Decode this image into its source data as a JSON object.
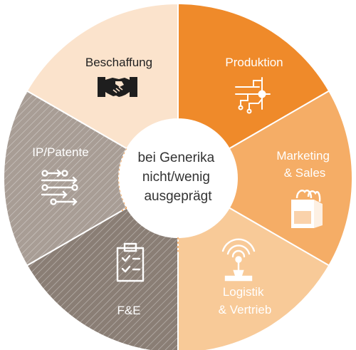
{
  "segments": [
    {
      "id": "beschaffung",
      "lines": [
        "Beschaffung"
      ],
      "fill": "#fbe3cc",
      "label_color": "#222222",
      "icon": "handshake-icon",
      "icon_color": "#1e1e1e"
    },
    {
      "id": "produktion",
      "lines": [
        "Produktion"
      ],
      "fill": "#ef8a2a",
      "label_color": "#ffffff",
      "icon": "circuit-icon",
      "icon_color": "#ffffff"
    },
    {
      "id": "marketing",
      "lines": [
        "Marketing",
        "& Sales"
      ],
      "fill": "#f5ad66",
      "label_color": "#ffffff",
      "icon": "shopping-bag-icon",
      "icon_color": "#ffffff"
    },
    {
      "id": "logistik",
      "lines": [
        "Logistik",
        "& Vertrieb"
      ],
      "fill": "#f8ca98",
      "label_color": "#ffffff",
      "icon": "signal-tower-icon",
      "icon_color": "#ffffff"
    },
    {
      "id": "fue",
      "lines": [
        "F&E"
      ],
      "fill": "#8a7e75",
      "label_color": "#ffffff",
      "icon": "clipboard-check-icon",
      "icon_color": "#ffffff"
    },
    {
      "id": "ip",
      "lines": [
        "IP/Patente"
      ],
      "fill": "#a89d95",
      "label_color": "#ffffff",
      "icon": "connections-icon",
      "icon_color": "#ffffff"
    }
  ],
  "center": {
    "lines": [
      "bei Generika",
      "nicht/wenig",
      "ausgeprägt"
    ],
    "text_color": "#333333"
  },
  "colors": {
    "hatch_line": "#ffffff",
    "dashed_border": "#ef8a2a",
    "center_fill": "#ffffff"
  }
}
